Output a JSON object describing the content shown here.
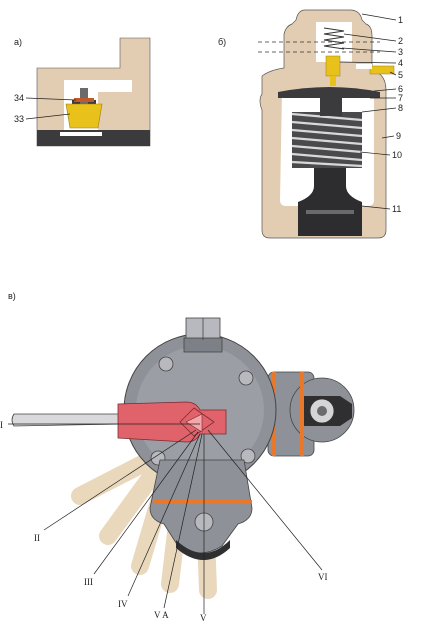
{
  "figure_a": {
    "label": "а)",
    "callouts": [
      "34",
      "33"
    ]
  },
  "figure_b": {
    "label": "б)",
    "callouts": [
      "1",
      "2",
      "3",
      "4",
      "5",
      "6",
      "7",
      "8",
      "9",
      "10",
      "11"
    ]
  },
  "figure_c": {
    "label": "в)",
    "positions": [
      "I",
      "II",
      "III",
      "IV",
      "V A",
      "V",
      "VI"
    ]
  },
  "colors": {
    "body_beige": "#e3cdb2",
    "dark_metal": "#3b3b3d",
    "brass": "#e8c21a",
    "handle_red": "#e0636b",
    "housing_gray": "#8e9198",
    "orange_band": "#e9782a",
    "ray_beige": "#e8d6b9"
  }
}
